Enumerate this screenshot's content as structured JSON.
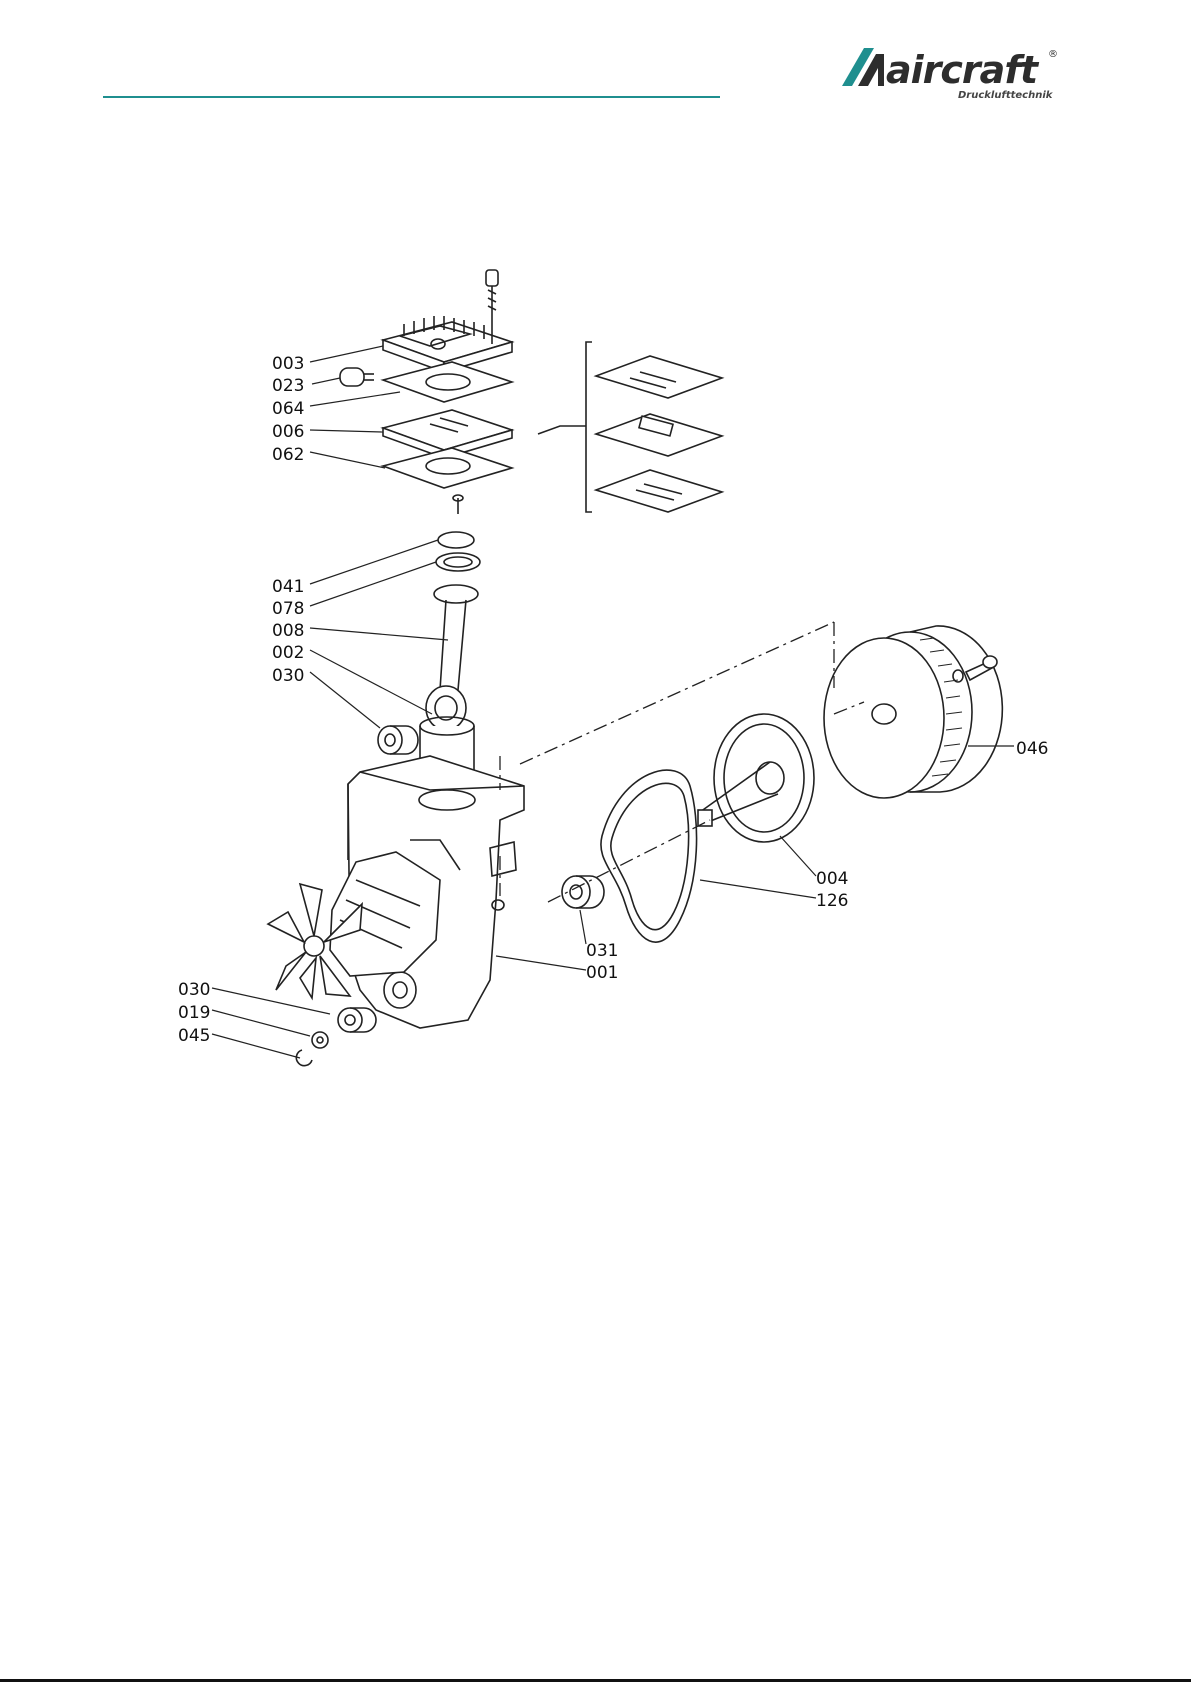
{
  "header": {
    "accent_color": "#1f8f8f",
    "logo": {
      "word": "aircraft",
      "registered": "®",
      "subtitle": "Drucklufttechnik",
      "mark_colors": [
        "#1f8f8f",
        "#2d2d2d"
      ]
    }
  },
  "diagram": {
    "labels": {
      "l003": "003",
      "l023": "023",
      "l064": "064",
      "l006": "006",
      "l062": "062",
      "l041": "041",
      "l078": "078",
      "l008": "008",
      "l002": "002",
      "l030a": "030",
      "l046": "046",
      "l004": "004",
      "l126": "126",
      "l031": "031",
      "l001": "001",
      "l030b": "030",
      "l019": "019",
      "l045": "045"
    }
  }
}
